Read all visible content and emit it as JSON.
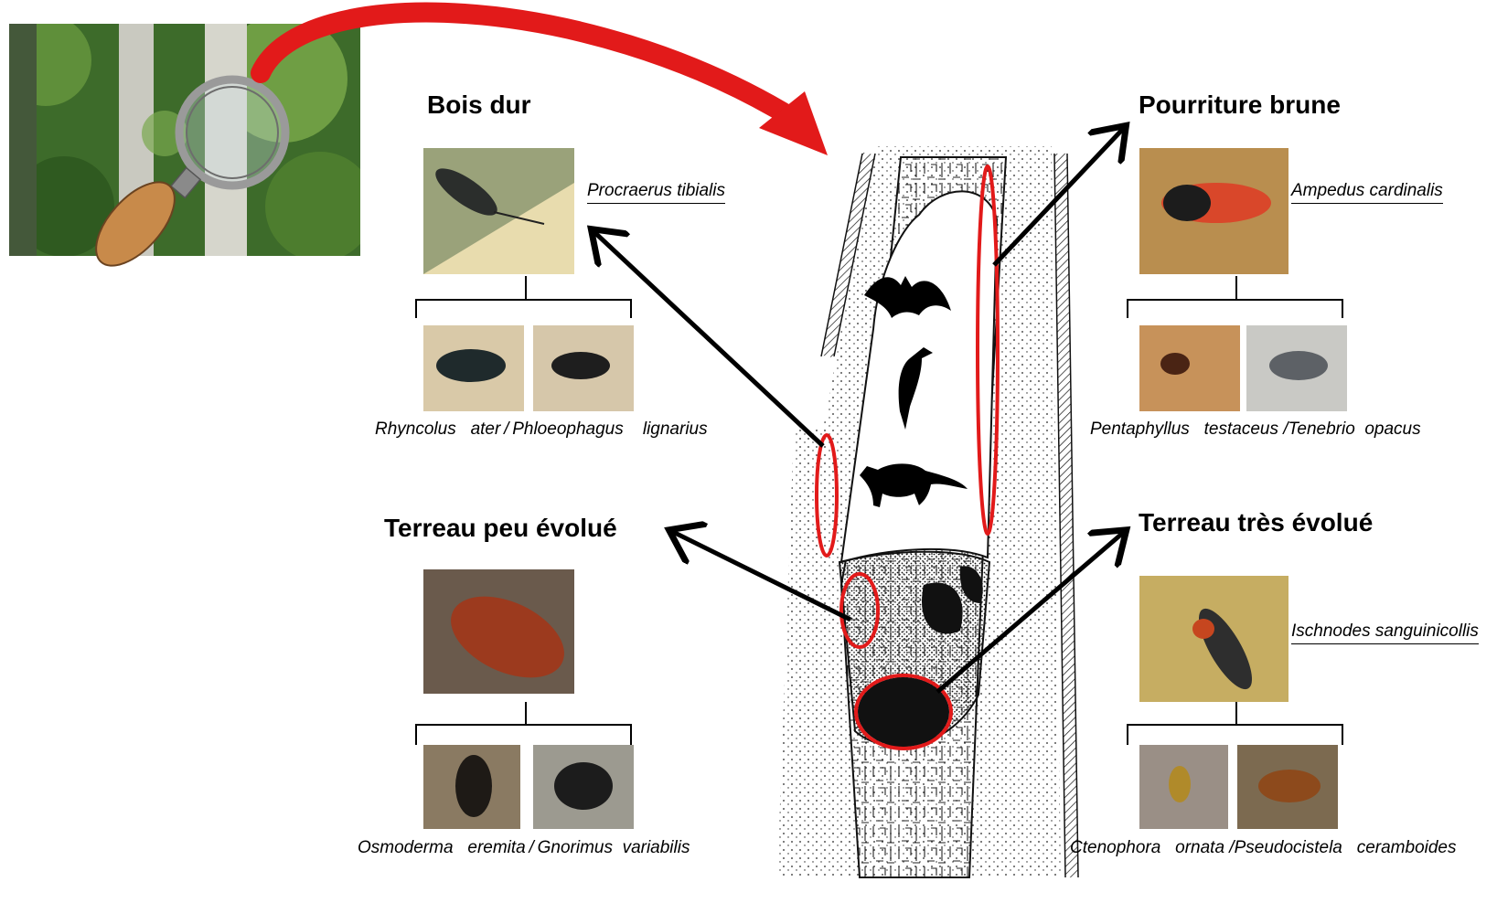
{
  "sections": {
    "bois_dur": {
      "heading": "Bois dur",
      "main_species": "Procraerus tibialis",
      "species_a": "Rhyncolus",
      "species_a2": "ater",
      "species_b": "Phloeophagus",
      "species_b2": "lignarius"
    },
    "pourriture_brune": {
      "heading": "Pourriture brune",
      "main_species": "Ampedus cardinalis",
      "species_a": "Pentaphyllus",
      "species_a2": "testaceus",
      "species_b": "Tenebrio",
      "species_b2": "opacus"
    },
    "terreau_peu": {
      "heading": "Terreau peu évolué",
      "species_a": "Osmoderma",
      "species_a2": "eremita",
      "species_b": "Gnorimus",
      "species_b2": "variabilis"
    },
    "terreau_tres": {
      "heading": "Terreau très évolué",
      "main_species": "Ischnodes sanguinicollis",
      "species_a": "Ctenophora",
      "species_a2": "ornata",
      "species_b": "Pseudocistela",
      "species_b2": "ceramboides"
    }
  },
  "separator": "/",
  "colors": {
    "highlight_red": "#e21a1a",
    "arrow_black": "#000000"
  }
}
